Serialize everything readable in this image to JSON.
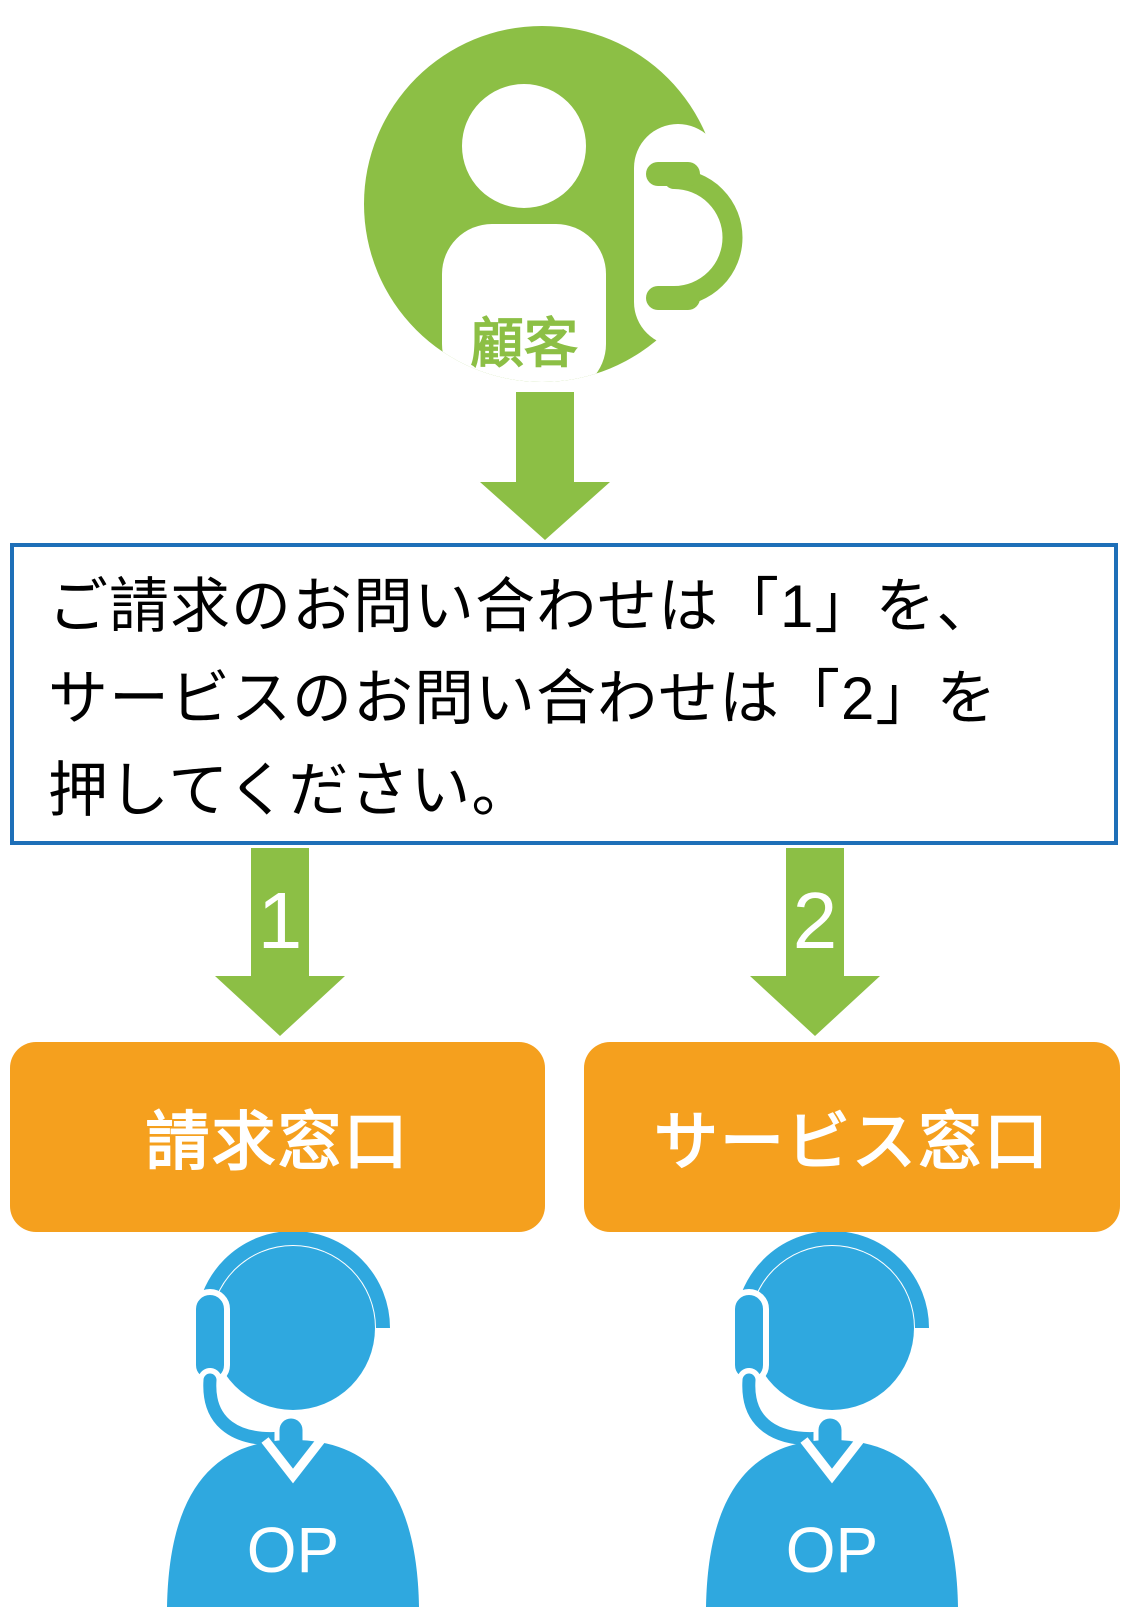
{
  "diagram": {
    "customer": {
      "label": "顧客"
    },
    "ivr_prompt": {
      "lines": [
        "ご請求のお問い合わせは「1」を、",
        "サービスのお問い合わせは「2」を",
        "押してください。"
      ]
    },
    "branches": [
      {
        "key": "1",
        "label": "請求窓口",
        "operator_label": "OP"
      },
      {
        "key": "2",
        "label": "サービス窓口",
        "operator_label": "OP"
      }
    ],
    "icons": {
      "customer": "person-with-phone-icon",
      "flow": "down-arrow-icon",
      "operator": "operator-headset-icon"
    },
    "colors": {
      "green": "#8CBF45",
      "orange": "#F5A01E",
      "operator_blue": "#2FA8DF",
      "prompt_border": "#1E6FB8",
      "text": "#000000",
      "white": "#FFFFFF"
    }
  }
}
